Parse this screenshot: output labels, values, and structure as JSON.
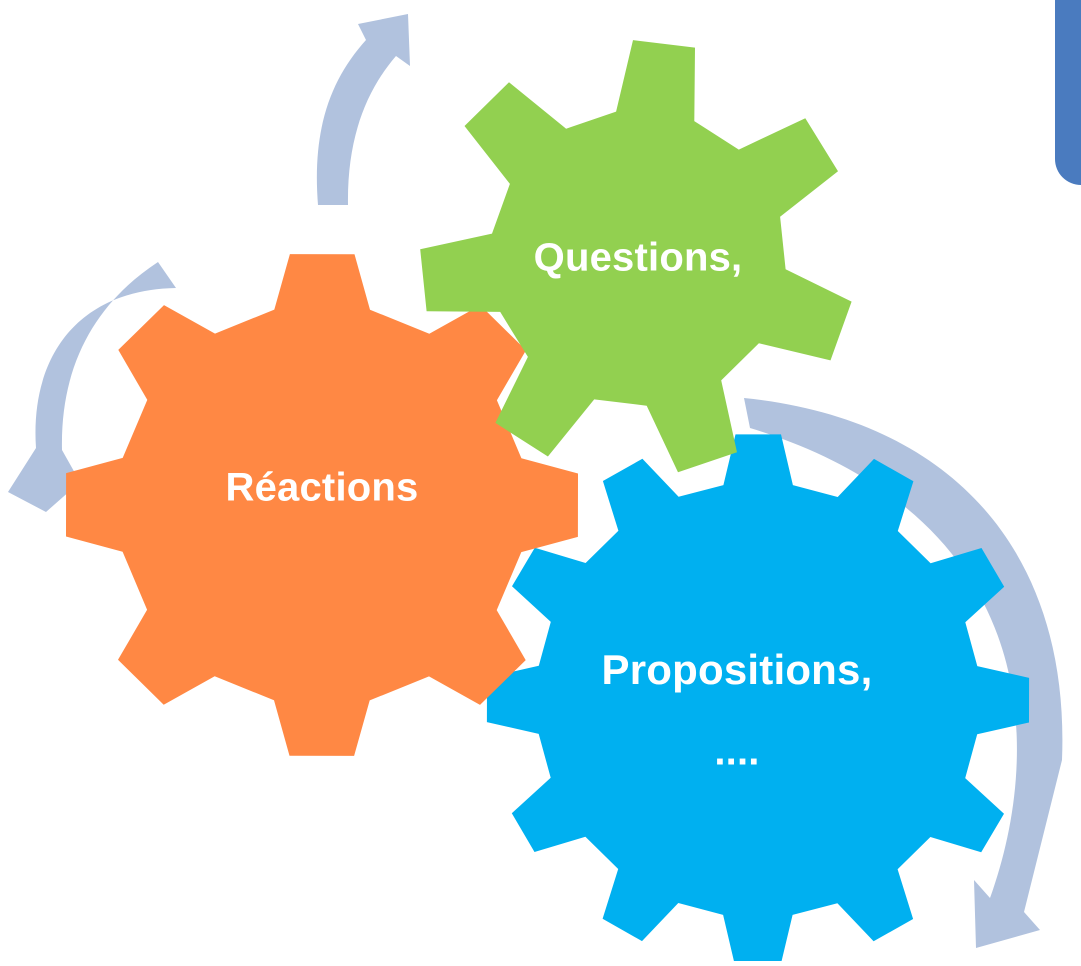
{
  "gears": [
    {
      "id": "questions",
      "label": "Questions,",
      "color": "#92d050"
    },
    {
      "id": "reactions",
      "label": "Réactions",
      "color": "#ff8844"
    },
    {
      "id": "propositions",
      "label": "Propositions,",
      "sublabel": "....",
      "color": "#00b0f0"
    }
  ],
  "colors": {
    "arrow": "#b1c2de",
    "corner_box": "#4a7bbf",
    "text": "#ffffff"
  }
}
